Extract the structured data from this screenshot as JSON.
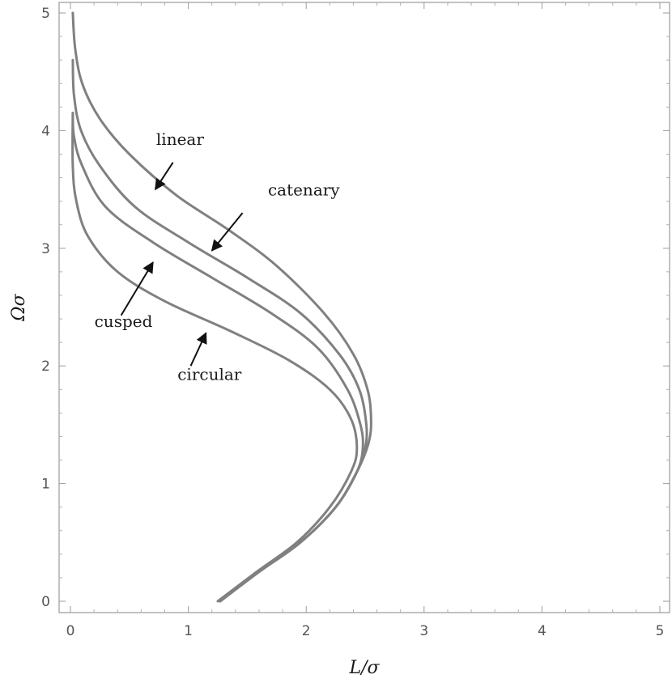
{
  "chart_data": {
    "type": "line",
    "xlabel": "L/σ",
    "ylabel": "Ωσ",
    "xlim": [
      -0.1,
      5.1
    ],
    "ylim": [
      -0.1,
      5.1
    ],
    "xticks": [
      "0",
      "1",
      "2",
      "3",
      "4",
      "5"
    ],
    "yticks": [
      "0",
      "1",
      "2",
      "3",
      "4",
      "5"
    ],
    "grid": false,
    "legend": "none",
    "line_color": "#808080",
    "series": [
      {
        "name": "linear",
        "points": [
          [
            1.27,
            0.0
          ],
          [
            1.6,
            0.25
          ],
          [
            1.95,
            0.5
          ],
          [
            2.25,
            0.8
          ],
          [
            2.43,
            1.1
          ],
          [
            2.53,
            1.35
          ],
          [
            2.55,
            1.55
          ],
          [
            2.52,
            1.8
          ],
          [
            2.4,
            2.1
          ],
          [
            2.15,
            2.45
          ],
          [
            1.75,
            2.85
          ],
          [
            1.35,
            3.15
          ],
          [
            0.9,
            3.45
          ],
          [
            0.5,
            3.8
          ],
          [
            0.25,
            4.1
          ],
          [
            0.1,
            4.4
          ],
          [
            0.04,
            4.7
          ],
          [
            0.02,
            5.0
          ]
        ]
      },
      {
        "name": "catenary",
        "points": [
          [
            1.27,
            0.0
          ],
          [
            1.6,
            0.25
          ],
          [
            1.95,
            0.5
          ],
          [
            2.25,
            0.8
          ],
          [
            2.43,
            1.1
          ],
          [
            2.5,
            1.3
          ],
          [
            2.51,
            1.5
          ],
          [
            2.45,
            1.8
          ],
          [
            2.28,
            2.1
          ],
          [
            1.95,
            2.45
          ],
          [
            1.5,
            2.75
          ],
          [
            1.0,
            3.05
          ],
          [
            0.55,
            3.35
          ],
          [
            0.25,
            3.7
          ],
          [
            0.09,
            4.0
          ],
          [
            0.03,
            4.3
          ],
          [
            0.02,
            4.6
          ]
        ]
      },
      {
        "name": "cusped",
        "points": [
          [
            1.27,
            0.0
          ],
          [
            1.6,
            0.25
          ],
          [
            1.95,
            0.5
          ],
          [
            2.25,
            0.8
          ],
          [
            2.43,
            1.1
          ],
          [
            2.48,
            1.3
          ],
          [
            2.46,
            1.5
          ],
          [
            2.35,
            1.8
          ],
          [
            2.1,
            2.15
          ],
          [
            1.7,
            2.45
          ],
          [
            1.2,
            2.75
          ],
          [
            0.7,
            3.05
          ],
          [
            0.3,
            3.35
          ],
          [
            0.1,
            3.7
          ],
          [
            0.03,
            3.95
          ],
          [
            0.02,
            4.15
          ]
        ]
      },
      {
        "name": "circular",
        "points": [
          [
            1.25,
            0.0
          ],
          [
            1.58,
            0.25
          ],
          [
            1.92,
            0.5
          ],
          [
            2.2,
            0.8
          ],
          [
            2.38,
            1.1
          ],
          [
            2.43,
            1.3
          ],
          [
            2.38,
            1.55
          ],
          [
            2.2,
            1.8
          ],
          [
            1.85,
            2.05
          ],
          [
            1.35,
            2.3
          ],
          [
            0.8,
            2.55
          ],
          [
            0.4,
            2.8
          ],
          [
            0.15,
            3.1
          ],
          [
            0.05,
            3.4
          ],
          [
            0.02,
            3.7
          ],
          [
            0.02,
            4.15
          ]
        ]
      }
    ],
    "annotations": [
      {
        "text": "linear",
        "label_at": [
          0.93,
          3.88
        ],
        "arrow_from": [
          0.87,
          3.73
        ],
        "arrow_to": [
          0.72,
          3.5
        ]
      },
      {
        "text": "catenary",
        "label_at": [
          1.98,
          3.45
        ],
        "arrow_from": [
          1.46,
          3.3
        ],
        "arrow_to": [
          1.2,
          2.98
        ]
      },
      {
        "text": "cusped",
        "label_at": [
          0.45,
          2.33
        ],
        "arrow_from": [
          0.43,
          2.43
        ],
        "arrow_to": [
          0.7,
          2.88
        ]
      },
      {
        "text": "circular",
        "label_at": [
          1.18,
          1.88
        ],
        "arrow_from": [
          1.02,
          2.0
        ],
        "arrow_to": [
          1.15,
          2.28
        ]
      }
    ]
  }
}
